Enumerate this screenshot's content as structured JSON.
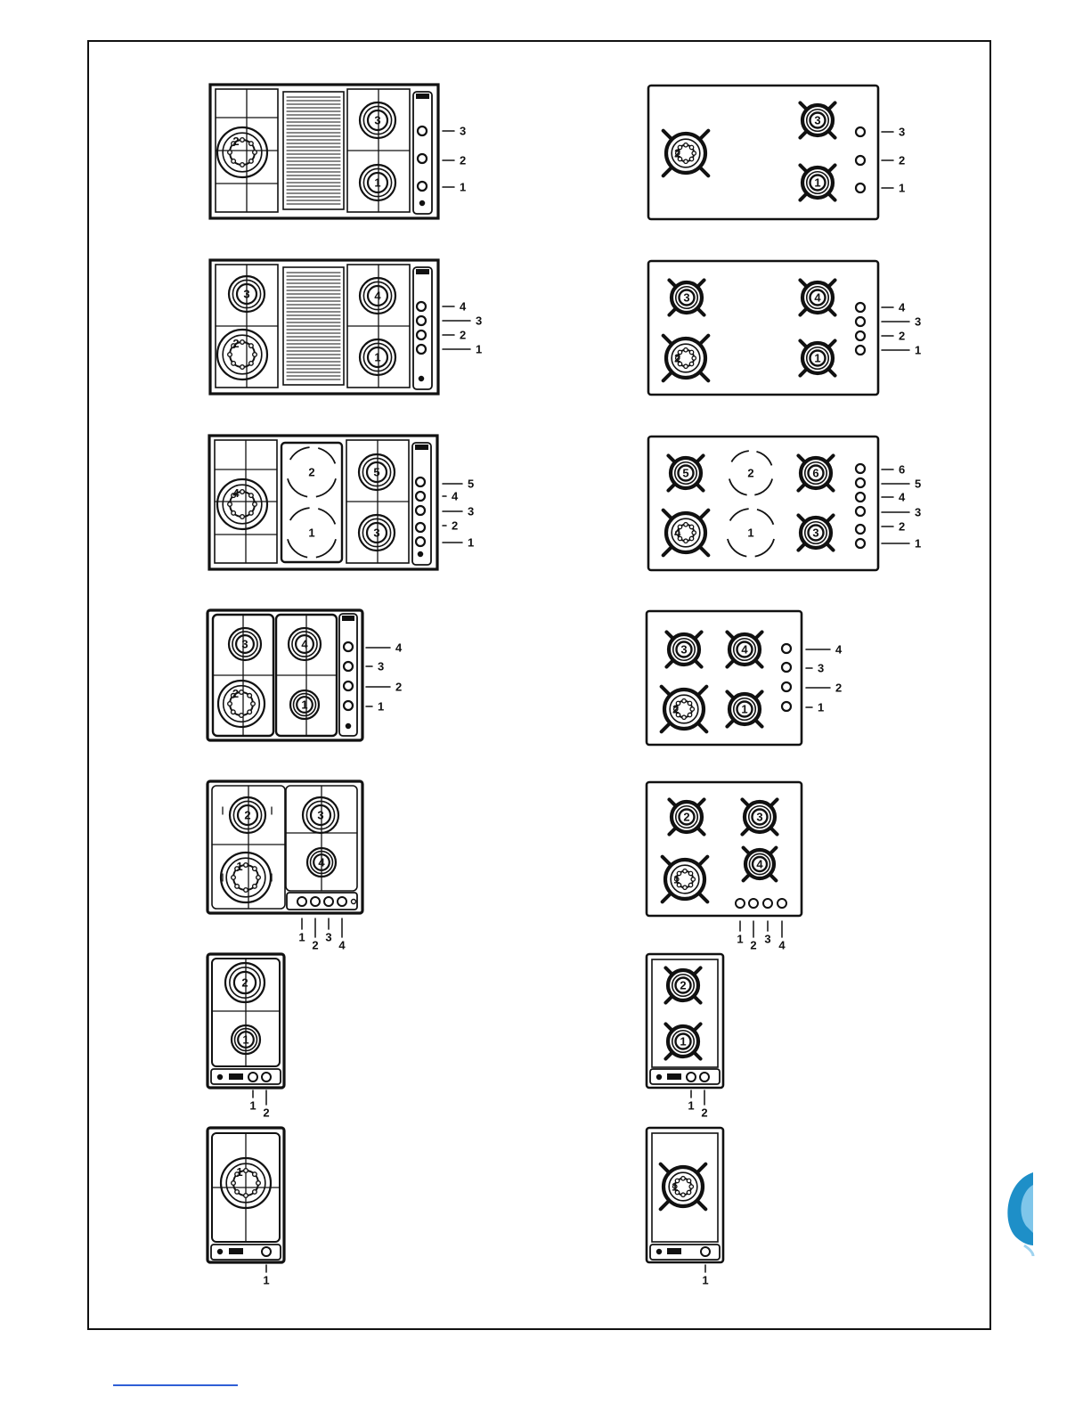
{
  "document": {
    "title": "Hob models and control knob layouts",
    "brand_accent": "#1e8fc8"
  },
  "hobs": [
    {
      "id": "gas-grill-3-burner",
      "burners": [
        "2",
        "3",
        "1"
      ],
      "hotplates": [],
      "knob_labels": [
        "3",
        "2",
        "1"
      ]
    },
    {
      "id": "glass-3-burner",
      "burners": [
        "2",
        "3",
        "1"
      ],
      "hotplates": [],
      "knob_labels": [
        "3",
        "2",
        "1"
      ]
    },
    {
      "id": "gas-grill-4-burner",
      "burners": [
        "3",
        "2",
        "4",
        "1"
      ],
      "hotplates": [],
      "knob_labels": [
        "4",
        "3",
        "2",
        "1"
      ]
    },
    {
      "id": "glass-4-burner-wide",
      "burners": [
        "3",
        "2",
        "4",
        "1"
      ],
      "hotplates": [],
      "knob_labels": [
        "4",
        "3",
        "2",
        "1"
      ]
    },
    {
      "id": "mixed-electric-gas",
      "burners": [
        "4",
        "5",
        "3"
      ],
      "hotplates": [
        "2",
        "1"
      ],
      "knob_labels": [
        "5",
        "4",
        "3",
        "2",
        "1"
      ]
    },
    {
      "id": "glass-mixed-6",
      "burners": [
        "5",
        "4",
        "6",
        "3"
      ],
      "hotplates": [
        "2",
        "1"
      ],
      "knob_labels": [
        "6",
        "5",
        "4",
        "3",
        "2",
        "1"
      ]
    },
    {
      "id": "gas-4-burner-compact",
      "burners": [
        "3",
        "2",
        "4",
        "1"
      ],
      "hotplates": [],
      "knob_labels": [
        "4",
        "3",
        "2",
        "1"
      ]
    },
    {
      "id": "glass-4-burner-compact",
      "burners": [
        "3",
        "2",
        "4",
        "1"
      ],
      "hotplates": [],
      "knob_labels": [
        "4",
        "3",
        "2",
        "1"
      ]
    },
    {
      "id": "gas-4-burner-front-controls",
      "burners": [
        "2",
        "1",
        "3",
        "4"
      ],
      "hotplates": [],
      "knob_labels": [
        "1",
        "2",
        "3",
        "4"
      ]
    },
    {
      "id": "glass-4-burner-front-controls",
      "burners": [
        "2",
        "1",
        "3",
        "4"
      ],
      "hotplates": [],
      "knob_labels": [
        "1",
        "2",
        "3",
        "4"
      ]
    },
    {
      "id": "domino-2-burner",
      "burners": [
        "2",
        "1"
      ],
      "hotplates": [],
      "knob_labels": [
        "1",
        "2"
      ]
    },
    {
      "id": "glass-domino-2-burner",
      "burners": [
        "2",
        "1"
      ],
      "hotplates": [],
      "knob_labels": [
        "1",
        "2"
      ]
    },
    {
      "id": "domino-1-burner",
      "burners": [
        "1"
      ],
      "hotplates": [],
      "knob_labels": [
        "1"
      ]
    },
    {
      "id": "glass-domino-1-burner",
      "burners": [
        "1"
      ],
      "hotplates": [],
      "knob_labels": [
        "1"
      ]
    }
  ]
}
